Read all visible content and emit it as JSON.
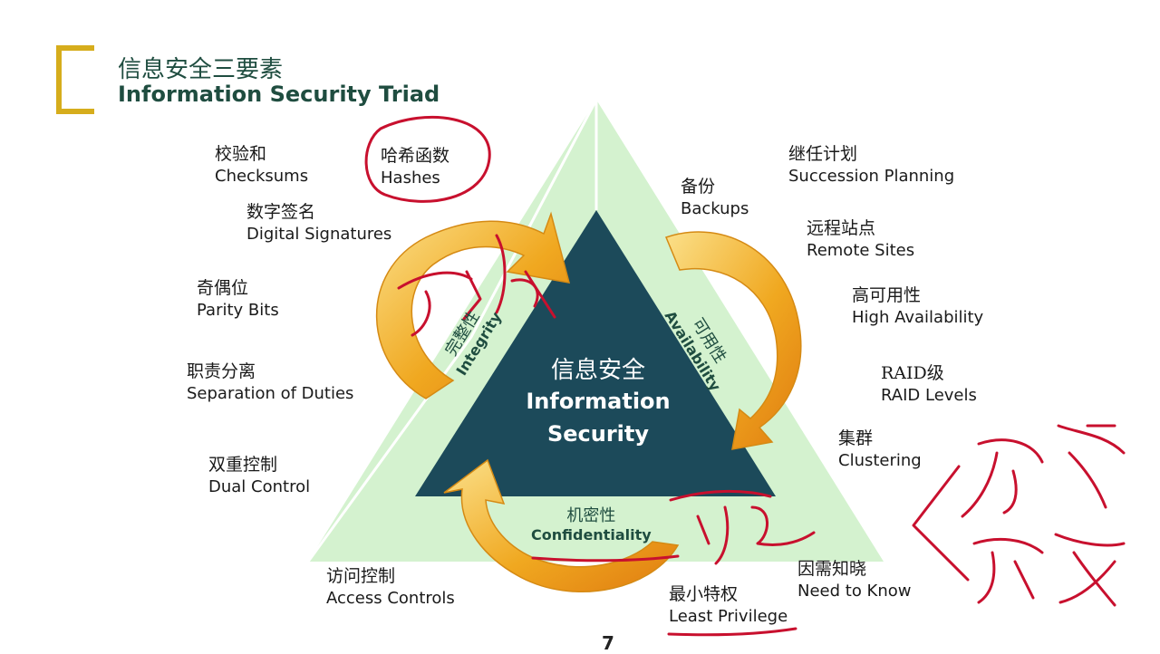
{
  "title": {
    "cn": "信息安全三要素",
    "en": "Information Security Triad"
  },
  "center": {
    "cn": "信息安全",
    "en_line1": "Information",
    "en_line2": "Security"
  },
  "pillars": {
    "integrity": {
      "cn": "完整性",
      "en": "Integrity"
    },
    "availability": {
      "cn": "可用性",
      "en": "Availability"
    },
    "confidentiality": {
      "cn": "机密性",
      "en": "Confidentiality"
    }
  },
  "integrity_items": [
    {
      "cn": "校验和",
      "en": "Checksums"
    },
    {
      "cn": "哈希函数",
      "en": "Hashes"
    },
    {
      "cn": "数字签名",
      "en": "Digital Signatures"
    },
    {
      "cn": "奇偶位",
      "en": "Parity Bits"
    },
    {
      "cn": "职责分离",
      "en": "Separation of Duties"
    },
    {
      "cn": "双重控制",
      "en": "Dual Control"
    }
  ],
  "availability_items": [
    {
      "cn": "备份",
      "en": "Backups"
    },
    {
      "cn": "继任计划",
      "en": "Succession Planning"
    },
    {
      "cn": "远程站点",
      "en": "Remote Sites"
    },
    {
      "cn": "高可用性",
      "en": "High Availability"
    },
    {
      "cn": "RAID级",
      "en": "RAID Levels"
    },
    {
      "cn": "集群",
      "en": "Clustering"
    }
  ],
  "confidentiality_items": [
    {
      "cn": "访问控制",
      "en": "Access Controls"
    },
    {
      "cn": "最小特权",
      "en": "Least Privilege"
    },
    {
      "cn": "因需知晓",
      "en": "Need to Know"
    }
  ],
  "page_number": "7",
  "colors": {
    "title": "#1f4d40",
    "bracket": "#d6ad1c",
    "outer_triangle": "#d4f2cf",
    "inner_triangle": "#1c4a5a",
    "arrow": "#f0a820",
    "ink": "#c8102e"
  }
}
